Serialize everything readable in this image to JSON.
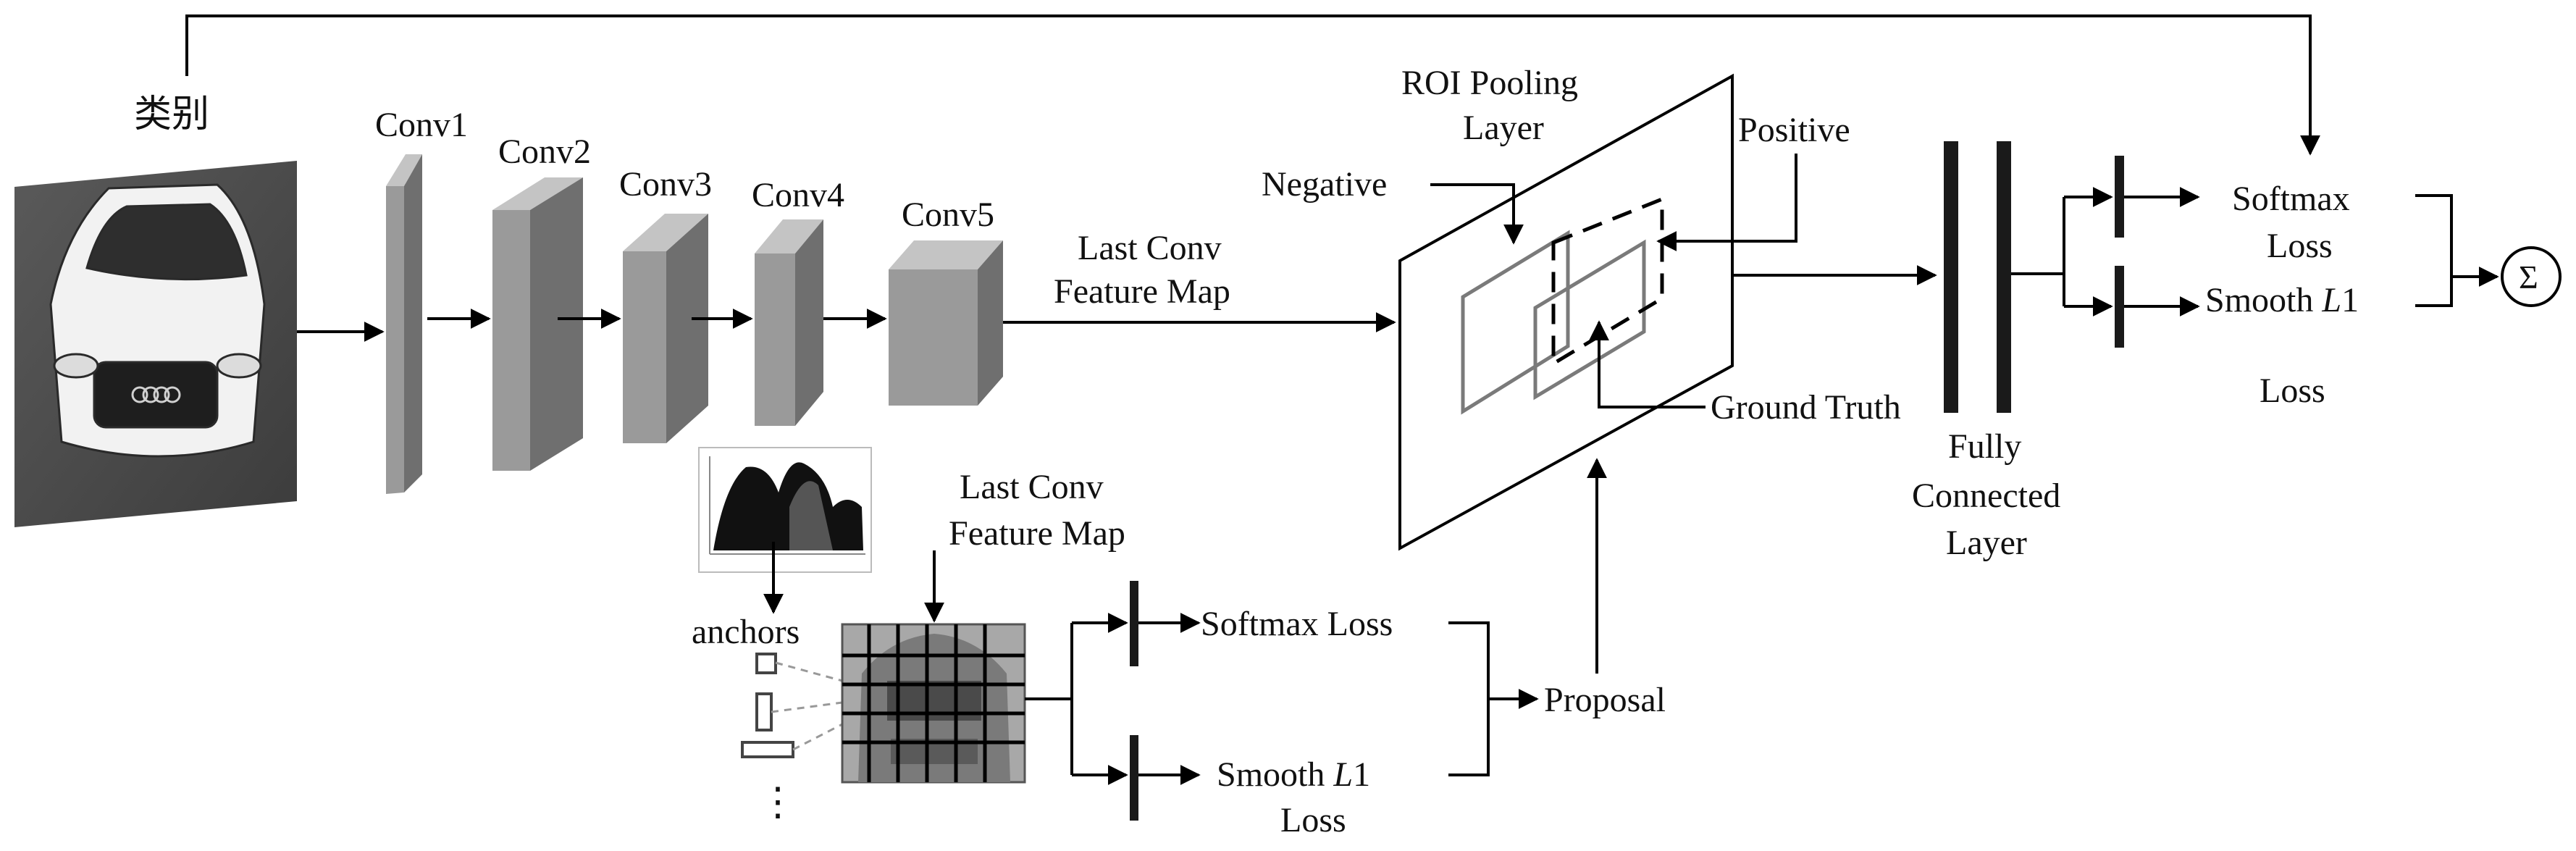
{
  "diagram": {
    "category_label": "类别",
    "conv_labels": [
      "Conv1",
      "Conv2",
      "Conv3",
      "Conv4",
      "Conv5"
    ],
    "last_conv_top": [
      "Last Conv",
      "Feature Map"
    ],
    "last_conv_bottom": [
      "Last Conv",
      "Feature Map"
    ],
    "roi_pooling": [
      "ROI Pooling",
      "Layer"
    ],
    "negative": "Negative",
    "positive": "Positive",
    "ground_truth": "Ground Truth",
    "fully_connected": [
      "Fully",
      "Connected",
      "Layer"
    ],
    "softmax_loss_right": [
      "Softmax",
      "Loss"
    ],
    "smooth_l1_right": [
      "Smooth ",
      "L",
      "1",
      "Loss"
    ],
    "sum_symbol": "Σ",
    "anchors": "anchors",
    "softmax_loss_bottom": "Softmax Loss",
    "smooth_l1_bottom": [
      "Smooth  ",
      "L",
      "1",
      "Loss"
    ],
    "proposal": "Proposal",
    "ellipsis": "⋮"
  },
  "colors": {
    "conv_front": "#9a9a9a",
    "conv_top": "#c4c4c4",
    "conv_side": "#6f6f6f",
    "line": "#000000",
    "roi_box": "#7a7a7a",
    "fc_bar": "#1a1a1a"
  },
  "icons": [
    "car-photo",
    "scatter-plot-thumbnail",
    "feature-grid-image",
    "anchor-box-icon",
    "sum-circle-icon"
  ]
}
